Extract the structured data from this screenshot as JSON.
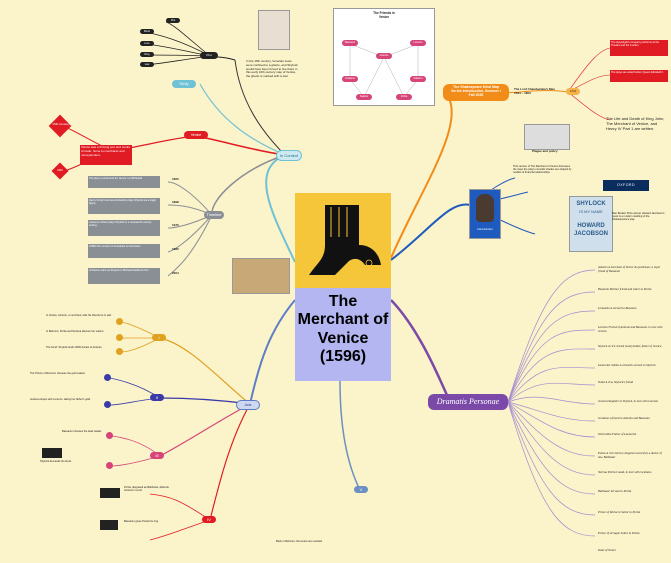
{
  "center": {
    "title_lines": [
      "The",
      "Merchant of",
      "Venice",
      "(1596)"
    ]
  },
  "header_node": {
    "line1": "The Shakespeare Mind Map",
    "line2": "Series Introduction, Summer /",
    "line3": "Fall 2020"
  },
  "chamberlain": {
    "label": "The Lord Chamberlain's Men",
    "years": "1594 ~ 1603"
  },
  "year_1596_chip": "1596",
  "king_john_note": "The Life and Death of King John, The Merchant of Venice, and Henry IV Part 1 are written.",
  "dramatis": "Dramatis Personae",
  "in_context": "In Context",
  "plague": "Plague and policy",
  "introduction": "Introduction",
  "friends_map": {
    "title_l1": "The Friends in",
    "title_l2": "Venice"
  },
  "venice_map_caption": "In the 16th century, Venetian Jews were confined to a ghetto, and Shylock would have been forced to live there in this early 16th century map of Venice, the ghetto is marked with a star.",
  "book_cover": {
    "line1": "SHYLOCK",
    "line2": "IS MY NAME",
    "line3": "HOWARD",
    "line4": "JACOBSON"
  },
  "oxford": "OXFORD",
  "timeline": {
    "y1": "1605",
    "y2": "1898",
    "y3": "1970",
    "y4": "1980",
    "y5": "2004",
    "centuries_15": "15th Century",
    "centuries_16": "16th",
    "venice": "Venice",
    "sicily": "Sicily"
  },
  "acts": {
    "label": "Acts",
    "a1": "I",
    "a2": "II",
    "a3": "III",
    "a4": "IV",
    "a5": "V"
  },
  "characters": [
    "Antonio A merchant of Venice & gentleman; a loyal friend of Bassanio",
    "Bassanio Brother friend and suitor to Portia",
    "Leonardo A servant to Bassanio",
    "Lorenzo Friend of Antonio and Bassanio, in love with Jessica",
    "Shylock A rich Jewish moneylender, father of Jessica",
    "Launcelot Gobbo A clownish servant to Shylock",
    "Tubal A Jew, Shylock's friend",
    "Jessica Daughter to Shylock, in love with Lorenzo",
    "Gratiano A friend to Antonio and Bassanio",
    "Old Gobbo Father of Launcelot",
    "Portia A rich heiress; disguises herself as a doctor of law, Balthazar",
    "Nerissa Portia's maid, in love with Gratiano",
    "Balthazar Servant to Portia",
    "Prince of Morocco Suitor to Portia",
    "Prince of Arragon Suitor to Portia",
    "Duke of Venice"
  ],
  "friends_nodes": [
    "Bassanio",
    "Antonio",
    "Lorenzo",
    "Gratiano",
    "Salarino",
    "Salanio",
    "Portia"
  ],
  "colors": {
    "orange": "#f28c18",
    "purple": "#7b4aa8",
    "blue": "#1f5bbf",
    "red": "#e01b24",
    "teal": "#4fa3a3",
    "gray": "#8a8f96",
    "pink": "#d6447a"
  }
}
